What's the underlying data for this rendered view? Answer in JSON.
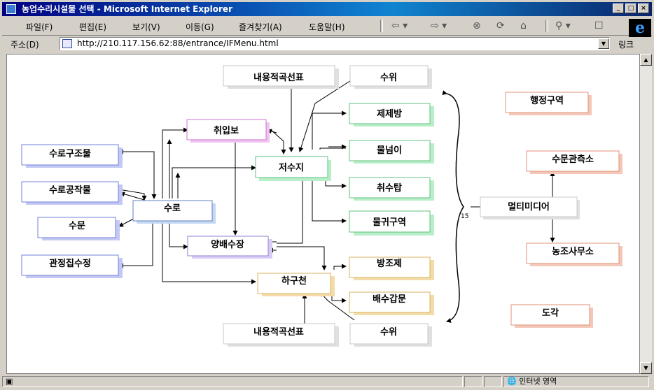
{
  "window": {
    "title": "농업수리시설물 선택 - Microsoft Internet Explorer",
    "controls": [
      "_",
      "□",
      "×"
    ]
  },
  "menu": [
    "파일(F)",
    "편집(E)",
    "보기(V)",
    "이동(G)",
    "즐겨찾기(A)",
    "도움말(H)"
  ],
  "toolbar": {
    "back": "⇦ ▾",
    "forward": "⇨ ▾"
  },
  "address": {
    "label": "주소(D)",
    "url": "http://210.117.156.62:88/entrance/IFMenu.html",
    "links": "링크"
  },
  "status": {
    "zone": "인터넷 영역"
  },
  "diagram": {
    "nodes": {
      "content_top": "내용적곡선표",
      "suwi_top": "수위",
      "chwiipbo": "취입보",
      "jeosuji": "저수지",
      "jaejebang": "제제방",
      "mulneomi": "물넘이",
      "chwisutap": "취수탑",
      "mulgwigueok": "물귀구역",
      "sugujomul": "수로구조물",
      "sugongjakmul": "수로공작물",
      "sumun": "수문",
      "pyeonjeongjip": "관정집수정",
      "suro": "수로",
      "yangbaesujang": "양배수장",
      "hagucheon": "하구천",
      "bangjoje": "방조제",
      "baesugammun": "배수갑문",
      "content_bottom": "내용적곡선표",
      "suwi_bottom": "수위",
      "multimedia": "멀티미디어",
      "haengjeong": "행정구역",
      "sumunganchuk": "수문관측소",
      "nongjosamuso": "농조사무소",
      "dogak": "도각"
    },
    "brace_number": "15"
  }
}
